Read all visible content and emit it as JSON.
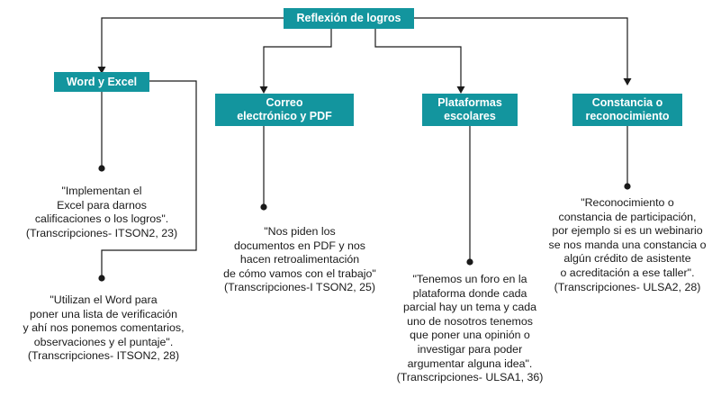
{
  "root": {
    "label": "Reflexión de logros"
  },
  "categories": [
    {
      "label_lines": [
        "Word y Excel"
      ]
    },
    {
      "label_lines": [
        "Correo",
        "electrónico y PDF"
      ]
    },
    {
      "label_lines": [
        "Plataformas",
        "escolares"
      ]
    },
    {
      "label_lines": [
        "Constancia o",
        "reconocimiento"
      ]
    }
  ],
  "quotes": [
    {
      "lines": [
        "\"Implementan el",
        "Excel para darnos",
        "calificaciones o los logros\".",
        "(Transcripciones- ITSON2, 23)"
      ]
    },
    {
      "lines": [
        "\"Utilizan el Word para",
        "poner una lista de verificación",
        "y ahí nos ponemos comentarios,",
        "observaciones y el puntaje\".",
        "(Transcripciones- ITSON2, 28)"
      ]
    },
    {
      "lines": [
        "\"Nos piden los",
        "documentos en PDF y nos",
        "hacen retroalimentación",
        "de cómo vamos con el trabajo\"",
        "(Transcripciones-I TSON2, 25)"
      ]
    },
    {
      "lines": [
        "\"Tenemos un foro en la",
        "plataforma donde cada",
        "parcial hay un tema y cada",
        "uno de nosotros tenemos",
        "que poner una opinión o",
        "investigar para poder",
        "argumentar alguna idea\".",
        "(Transcripciones- ULSA1, 36)"
      ]
    },
    {
      "lines": [
        "\"Reconocimiento o",
        "constancia de participación,",
        "por ejemplo si es un webinario",
        "se nos manda una constancia o",
        "algún crédito de asistente",
        "o acreditación a ese taller\".",
        "(Transcripciones- ULSA2, 28)"
      ]
    }
  ]
}
